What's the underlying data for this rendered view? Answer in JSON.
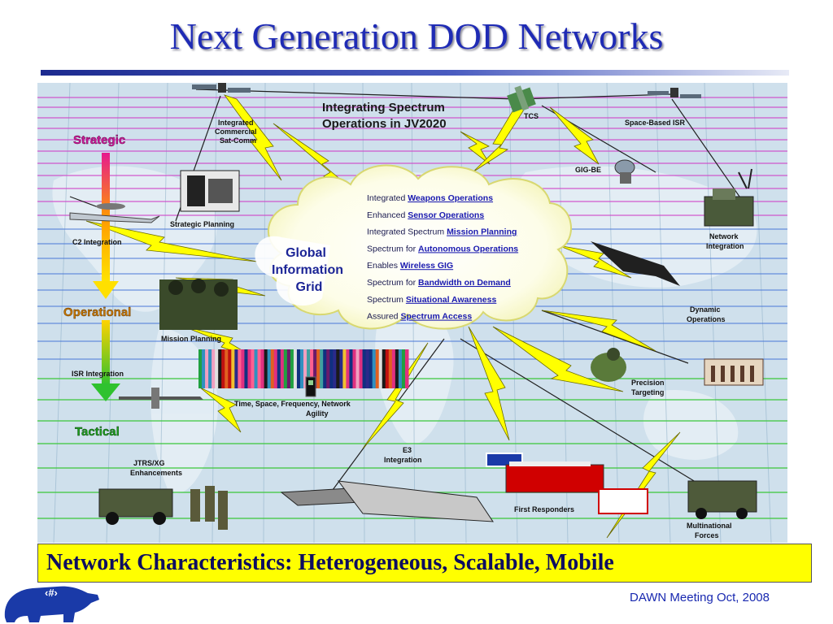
{
  "slide": {
    "title": "Next Generation DOD Networks",
    "banner": "Network Characteristics: Heterogeneous, Scalable, Mobile",
    "footer": "DAWN Meeting Oct, 2008",
    "page_number": "‹#›"
  },
  "diagram": {
    "header_line1": "Integrating Spectrum",
    "header_line2": "Operations in JV2020",
    "gig_line1": "Global",
    "gig_line2": "Information",
    "gig_line3": "Grid",
    "levels": {
      "strategic": "Strategic",
      "operational": "Operational",
      "tactical": "Tactical"
    },
    "nodes": {
      "sat_comm_1": "Integrated",
      "sat_comm_2": "Commercial",
      "sat_comm_3": "Sat-Comm",
      "tcs": "TCS",
      "space_isr": "Space-Based ISR",
      "gig_be": "GIG-BE",
      "strategic_planning": "Strategic Planning",
      "c2_integration": "C2 Integration",
      "network_integration_1": "Network",
      "network_integration_2": "Integration",
      "mission_planning": "Mission Planning",
      "dynamic_ops_1": "Dynamic",
      "dynamic_ops_2": "Operations",
      "isr_integration": "ISR Integration",
      "precision_targeting_1": "Precision",
      "precision_targeting_2": "Targeting",
      "agility_1": "Time, Space, Frequency, Network",
      "agility_2": "Agility",
      "jtrs_1": "JTRS/XG",
      "jtrs_2": "Enhancements",
      "e3_1": "E3",
      "e3_2": "Integration",
      "first_responders": "First Responders",
      "multinational_1": "Multinational",
      "multinational_2": "Forces"
    },
    "capabilities": [
      {
        "prefix": "Integrated",
        "link": "Weapons Operations"
      },
      {
        "prefix": "Enhanced",
        "link": "Sensor Operations"
      },
      {
        "prefix": "Integrated Spectrum",
        "link": "Mission Planning"
      },
      {
        "prefix": "Spectrum for",
        "link": "Autonomous  Operations"
      },
      {
        "prefix": "Enables",
        "link": "Wireless GIG"
      },
      {
        "prefix": "Spectrum for",
        "link": "Bandwidth on Demand"
      },
      {
        "prefix": "Spectrum",
        "link": "Situational Awareness"
      },
      {
        "prefix": "Assured",
        "link": "Spectrum Access"
      }
    ],
    "colors": {
      "title": "#1f2bb5",
      "link": "#1a1ab0",
      "strategic": "#d0189a",
      "operational": "#c87800",
      "tactical": "#1e9e1e",
      "bolt": "#ffff00",
      "banner": "#ffff00"
    }
  }
}
